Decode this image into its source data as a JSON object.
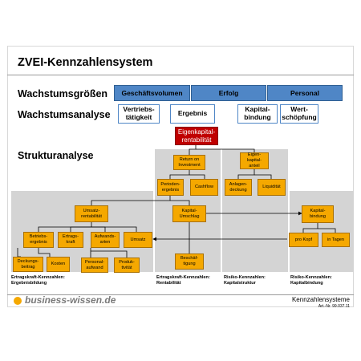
{
  "title": "ZVEI-Kennzahlensystem",
  "labels": {
    "wachstumsgroessen": "Wachstumsgrößen",
    "wachstumsanalyse": "Wachstumsanalyse",
    "strukturanalyse": "Strukturanalyse"
  },
  "growth_sizes": [
    "Geschäftsvolumen",
    "Erfolg",
    "Personal"
  ],
  "growth_analysis": [
    "Vertriebs-\ntätigkeit",
    "Ergebnis",
    "Kapital-\nbindung",
    "Wert-\nschöpfung"
  ],
  "top_node": "Eigenkapital-\nrentabilität",
  "nodes": {
    "roi": "Return on\nInvestment",
    "eigenkapitalanteil": "Eigen-\nkapital-\nanteil",
    "periodenergebnis": "Perioden-\nergebnis",
    "cashflow": "Cashflow",
    "anlagendeckung": "Anlagen-\ndeckung",
    "liquiditaet": "Liquidität",
    "umsatzrentabilitaet": "Umsatz-\nrentabilität",
    "kapitalumschlag": "Kapital-\nUmschlag",
    "kapitalbindung": "Kapital-\nbindung",
    "betriebsergebnis": "Betriebs-\nergebnis",
    "ertragskraft": "Ertrags-\nkraft",
    "aufwandsarten": "Aufwands-\narten",
    "umsatz": "Umsatz",
    "pro_kopf": "pro Kopf",
    "in_tagen": "in Tagen",
    "deckungsbeitrag": "Deckungs-\nbeitrag",
    "kosten": "Kosten",
    "personalaufwand": "Personal-\naufwand",
    "produktivitaet": "Produk-\ntivität",
    "beschaeftigung": "Beschäf-\ntigung"
  },
  "captions": {
    "ergebnisbildung": "Ertragskraft-Kennzahlen:\nErgebnisbildung",
    "rentabilitaet": "Ertragskraft-Kennzahlen:\nRentabilität",
    "kapitalstruktur": "Risiko-Kennzahlen:\nKapitalstruktur",
    "kapitalbindung": "Risiko-Kennzahlen:\nKapitalbindung"
  },
  "footer": {
    "brand": "business-wissen.de",
    "title": "Kennzahlensysteme",
    "article_no": "Art.-Nr. 99.037.11"
  },
  "colors": {
    "node": "#f5a800",
    "blue": "#4f86c6",
    "red": "#c00000",
    "gray": "#d4d4d4"
  }
}
